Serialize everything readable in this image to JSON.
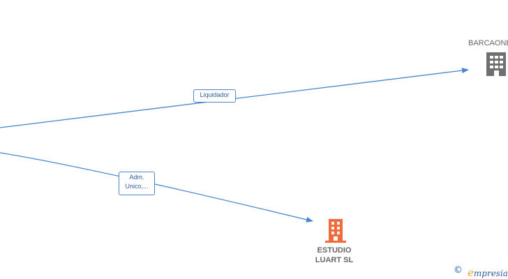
{
  "colors": {
    "edge": "#4a86d0",
    "company_gray": "#6f6f6f",
    "company_highlight": "#f26a3a",
    "brand_blue": "#2b5ea7",
    "brand_orange": "#e8a23a"
  },
  "nodes": {
    "barcaone": {
      "label": "BARCAONE",
      "icon": "building-icon",
      "color": "#6f6f6f"
    },
    "estudio": {
      "label": "ESTUDIO\nLUART  SL",
      "icon": "building-icon",
      "color": "#f26a3a"
    }
  },
  "edges": {
    "liquidador": {
      "label": "Liquidador"
    },
    "adm": {
      "label": "Adm.\nUnico,..."
    }
  },
  "footer": {
    "copyright_symbol": "©",
    "brand_initial": "e",
    "brand_rest": "mpresia"
  }
}
